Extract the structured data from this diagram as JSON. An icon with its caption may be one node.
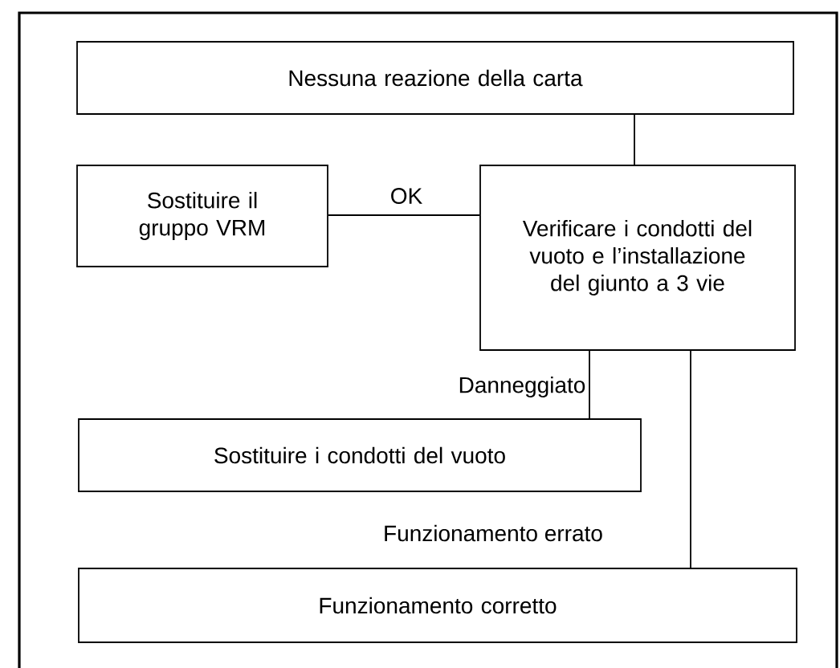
{
  "diagram": {
    "nodes": [
      {
        "text": [
          "Nessuna reazione della carta"
        ]
      },
      {
        "text": [
          "Sostituire il gruppo VRM"
        ]
      },
      {
        "text": [
          "Verificare i condotti del vuoto e l’installazione del giunto a 3 vie"
        ]
      },
      {
        "text": [
          "Sostituire i condotti del vuoto"
        ]
      },
      {
        "text": [
          "Funzionamento corretto"
        ]
      }
    ],
    "edges": [
      {
        "from": 0,
        "to": 2,
        "arrow": "none"
      },
      {
        "from": 2,
        "to": 1,
        "arrow": "none",
        "label": "OK"
      },
      {
        "from": 2,
        "to": 3,
        "arrow": "none",
        "label": "Danneggiato"
      },
      {
        "from": 2,
        "to": 4,
        "arrow": "none",
        "label": "Funzionamento errato"
      }
    ]
  }
}
